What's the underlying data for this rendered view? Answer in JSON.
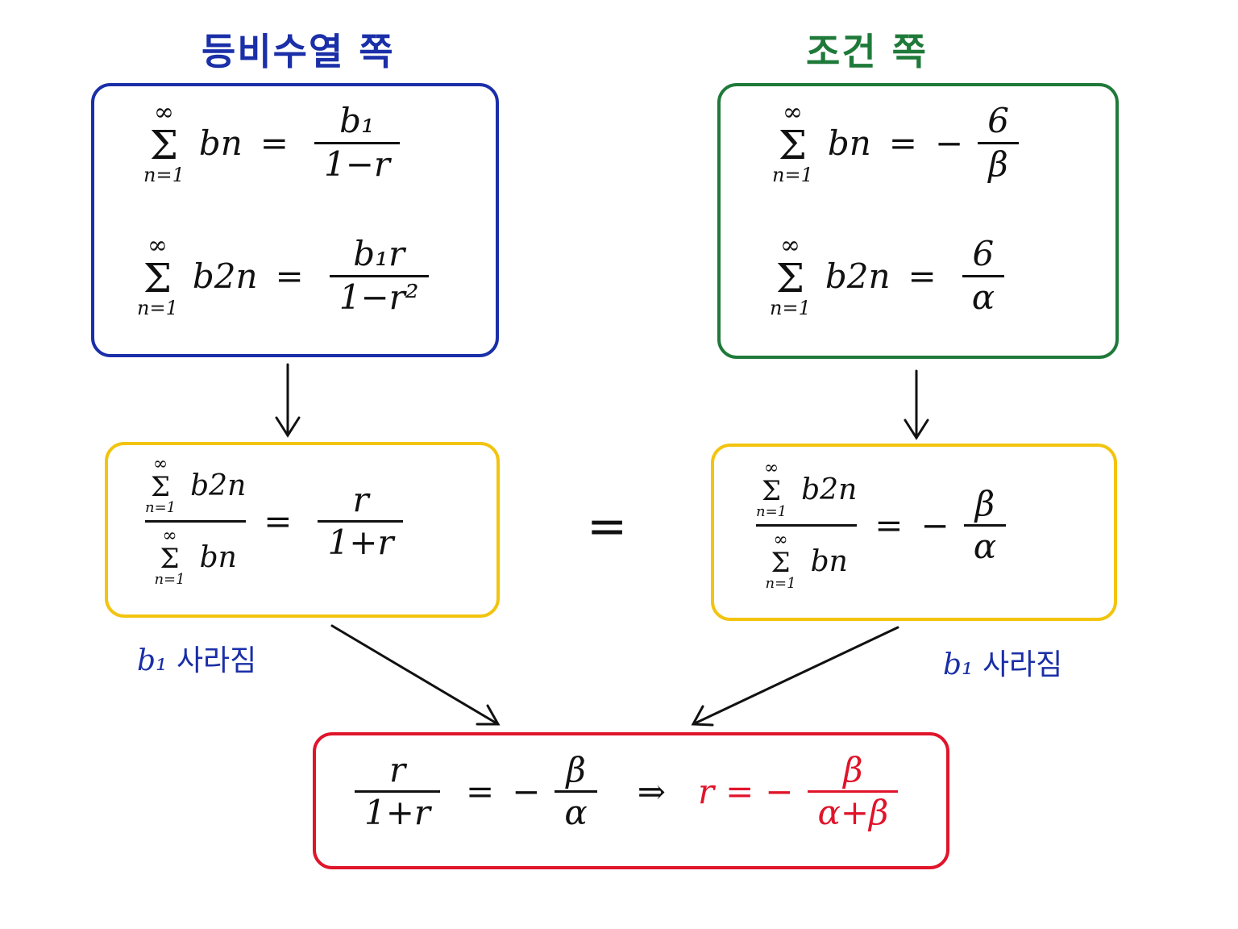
{
  "headings": {
    "left": "등비수열 쪽",
    "right": "조건 쪽"
  },
  "sum_symbol": {
    "upper": "∞",
    "sigma": "Σ",
    "lower": "n=1"
  },
  "blue_box": {
    "eq1": {
      "term": "bn",
      "op": "=",
      "num": "b₁",
      "den": "1−r"
    },
    "eq2": {
      "term": "b2n",
      "op": "=",
      "num": "b₁r",
      "den": "1−r²"
    }
  },
  "green_box": {
    "eq1": {
      "term": "bn",
      "op": "=",
      "sign": "−",
      "num": "6",
      "den": "β"
    },
    "eq2": {
      "term": "b2n",
      "op": "=",
      "num": "6",
      "den": "α"
    }
  },
  "yellow_left": {
    "num_term": "b2n",
    "den_term": "bn",
    "op": "=",
    "num": "r",
    "den": "1+r"
  },
  "middle_equal": "=",
  "yellow_right": {
    "num_term": "b2n",
    "den_term": "bn",
    "op": "=",
    "sign": "−",
    "num": "β",
    "den": "α"
  },
  "notes": {
    "left_b": "b₁",
    "left_text": "사라짐",
    "right_b": "b₁",
    "right_text": "사라짐"
  },
  "red_box": {
    "lhs_num": "r",
    "lhs_den": "1+r",
    "op": "=",
    "sign": "−",
    "mid_num": "β",
    "mid_den": "α",
    "implies": "⇒",
    "result_var": "r",
    "result_op": "=",
    "result_sign": "−",
    "result_num": "β",
    "result_den": "α+β"
  },
  "colors": {
    "blue": "#1a2fa8",
    "green": "#1f7a3a",
    "yellow": "#f2c40f",
    "red": "#e0142a"
  }
}
